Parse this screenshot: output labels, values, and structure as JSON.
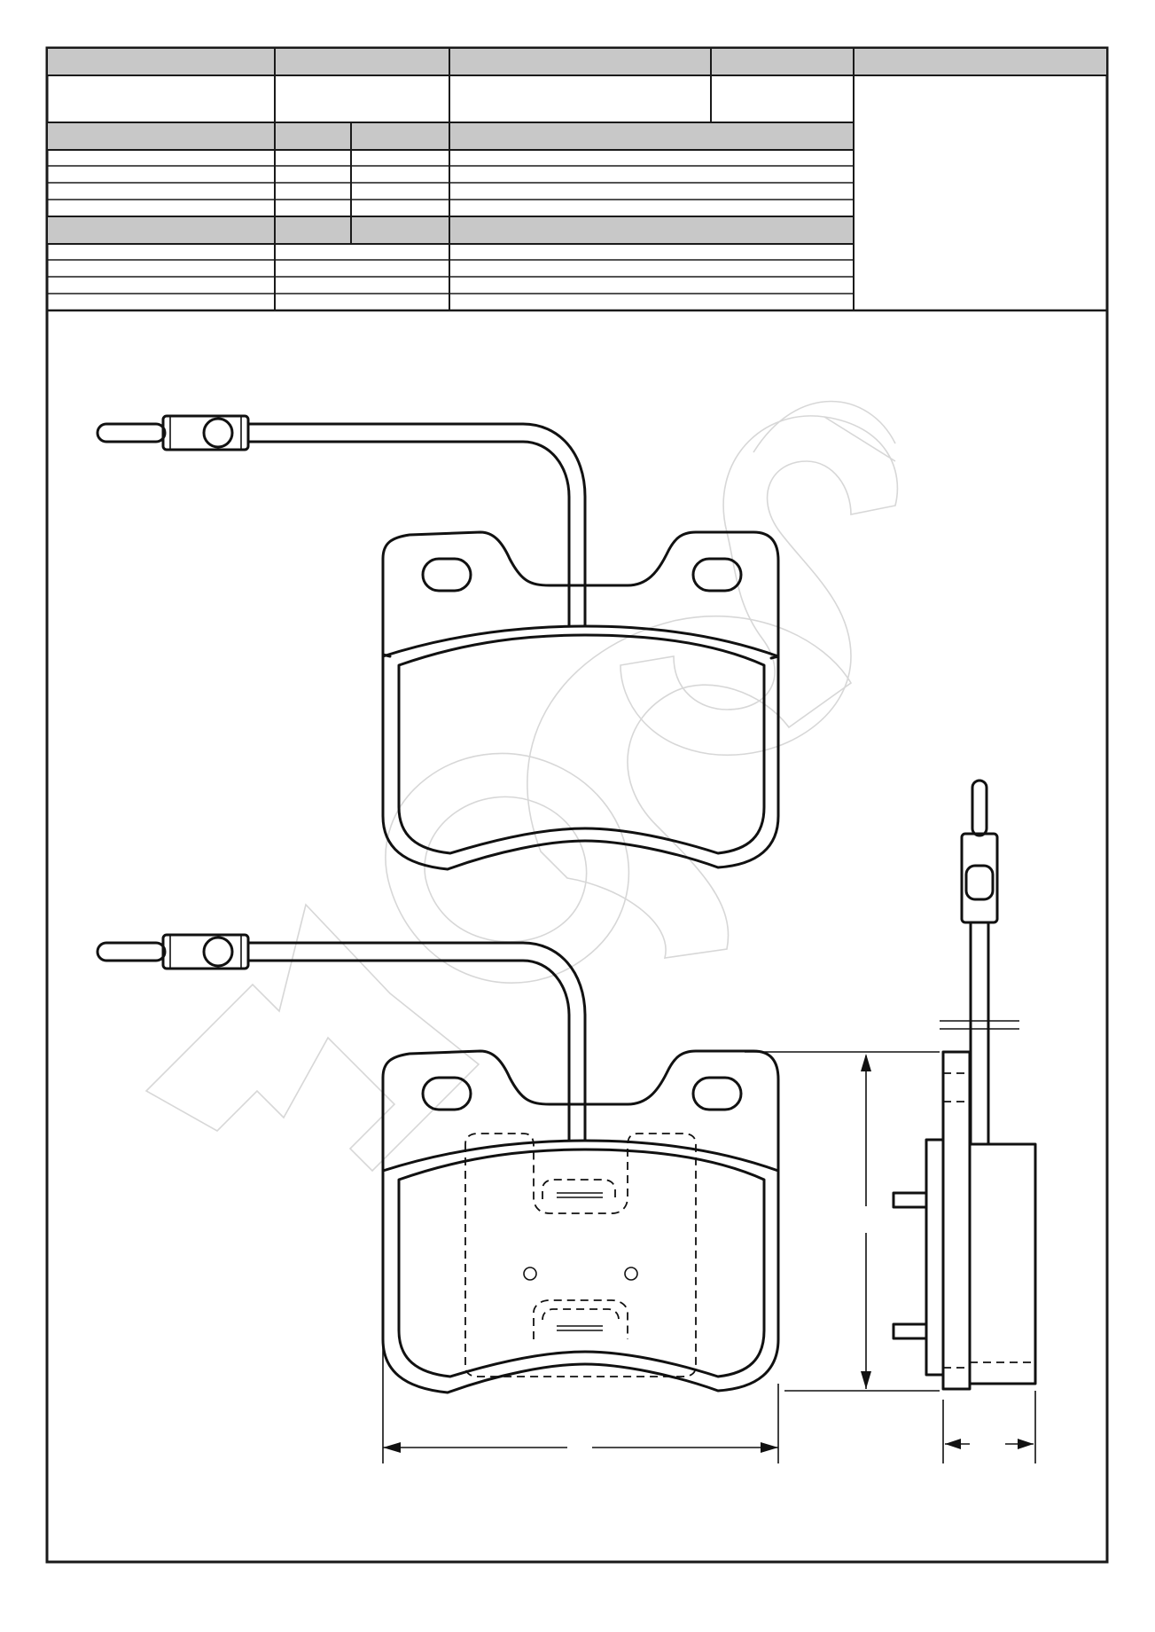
{
  "sheet": {
    "header_row": [
      "",
      "",
      "",
      "",
      ""
    ],
    "info_row": [
      "",
      "",
      "",
      ""
    ],
    "section_1": {
      "header": [
        "",
        "",
        "",
        ""
      ],
      "rows": [
        [
          "",
          "",
          "",
          ""
        ],
        [
          "",
          "",
          "",
          ""
        ],
        [
          "",
          "",
          "",
          ""
        ],
        [
          "",
          "",
          "",
          ""
        ]
      ]
    },
    "section_2": {
      "header": [
        "",
        "",
        "",
        ""
      ],
      "rows": [
        [
          "",
          "",
          ""
        ],
        [
          "",
          "",
          ""
        ],
        [
          "",
          "",
          ""
        ],
        [
          "",
          "",
          ""
        ]
      ]
    }
  },
  "drawing": {
    "views": [
      "pad-front-view",
      "pad-back-view-with-backing-plate",
      "pad-side-view"
    ],
    "dimensions": {
      "width_label": "",
      "height_label": "",
      "thickness_label": ""
    },
    "colors": {
      "line": "#111111",
      "header_fill": "#c8c8c8",
      "watermark": "#d7d7d7"
    }
  }
}
